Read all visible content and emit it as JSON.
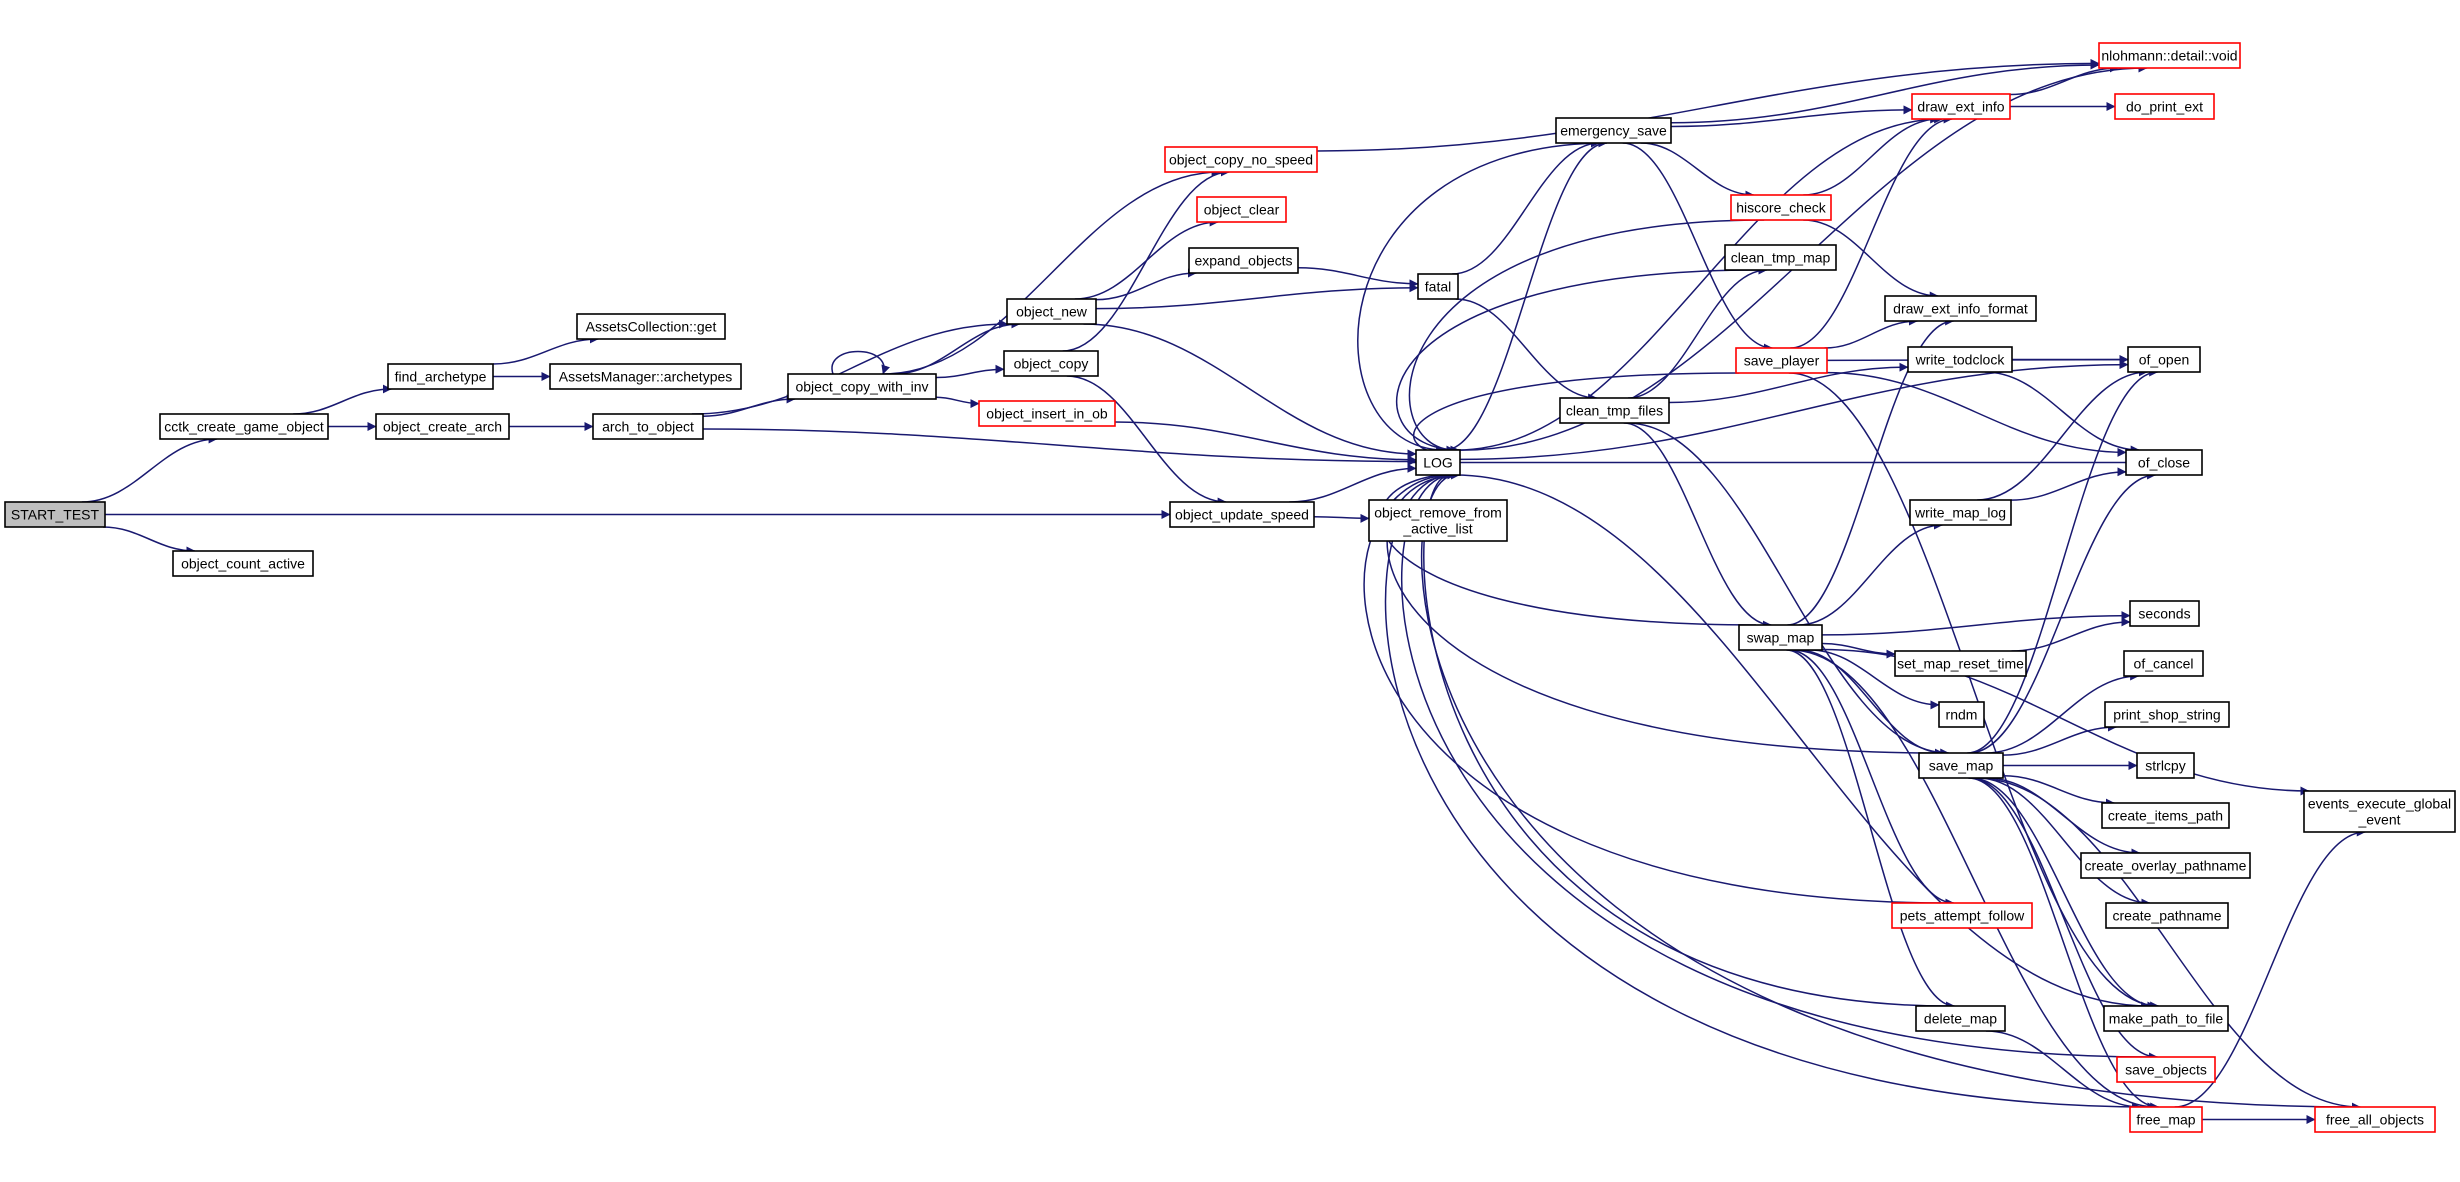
{
  "colors": {
    "edge": "#191970",
    "node_border_default": "#000000",
    "node_border_incomplete": "#ff0000",
    "root_fill": "#bfbfbf",
    "node_fill": "#ffffff"
  },
  "graph": {
    "nodes": [
      {
        "id": "start_test",
        "label": "START_TEST",
        "kind": "root"
      },
      {
        "id": "cctk_create_game_object",
        "label": "cctk_create_game_object",
        "kind": "normal"
      },
      {
        "id": "object_count_active",
        "label": "object_count_active",
        "kind": "normal"
      },
      {
        "id": "find_archetype",
        "label": "find_archetype",
        "kind": "normal"
      },
      {
        "id": "object_create_arch",
        "label": "object_create_arch",
        "kind": "normal"
      },
      {
        "id": "assetscollection_get",
        "label": "AssetsCollection::get",
        "kind": "normal"
      },
      {
        "id": "assetsmanager_archetypes",
        "label": "AssetsManager::archetypes",
        "kind": "normal"
      },
      {
        "id": "arch_to_object",
        "label": "arch_to_object",
        "kind": "normal"
      },
      {
        "id": "object_copy_with_inv",
        "label": "object_copy_with_inv",
        "kind": "normal"
      },
      {
        "id": "object_copy_no_speed",
        "label": "object_copy_no_speed",
        "kind": "red"
      },
      {
        "id": "object_clear",
        "label": "object_clear",
        "kind": "red"
      },
      {
        "id": "object_new",
        "label": "object_new",
        "kind": "normal"
      },
      {
        "id": "object_copy",
        "label": "object_copy",
        "kind": "normal"
      },
      {
        "id": "object_insert_in_ob",
        "label": "object_insert_in_ob",
        "kind": "red"
      },
      {
        "id": "expand_objects",
        "label": "expand_objects",
        "kind": "normal"
      },
      {
        "id": "object_update_speed",
        "label": "object_update_speed",
        "kind": "normal"
      },
      {
        "id": "object_remove_from_active_list",
        "label": "object_remove_from\n_active_list",
        "kind": "normal"
      },
      {
        "id": "fatal",
        "label": "fatal",
        "kind": "normal"
      },
      {
        "id": "log",
        "label": "LOG",
        "kind": "normal"
      },
      {
        "id": "emergency_save",
        "label": "emergency_save",
        "kind": "normal"
      },
      {
        "id": "hiscore_check",
        "label": "hiscore_check",
        "kind": "red"
      },
      {
        "id": "clean_tmp_map",
        "label": "clean_tmp_map",
        "kind": "normal"
      },
      {
        "id": "save_player",
        "label": "save_player",
        "kind": "red"
      },
      {
        "id": "clean_tmp_files",
        "label": "clean_tmp_files",
        "kind": "normal"
      },
      {
        "id": "swap_map",
        "label": "swap_map",
        "kind": "normal"
      },
      {
        "id": "draw_ext_info",
        "label": "draw_ext_info",
        "kind": "red"
      },
      {
        "id": "nlohmann_void",
        "label": "nlohmann::detail::void",
        "kind": "red"
      },
      {
        "id": "do_print_ext",
        "label": "do_print_ext",
        "kind": "red"
      },
      {
        "id": "draw_ext_info_format",
        "label": "draw_ext_info_format",
        "kind": "normal"
      },
      {
        "id": "write_todclock",
        "label": "write_todclock",
        "kind": "normal"
      },
      {
        "id": "of_open",
        "label": "of_open",
        "kind": "normal"
      },
      {
        "id": "of_close",
        "label": "of_close",
        "kind": "normal"
      },
      {
        "id": "write_map_log",
        "label": "write_map_log",
        "kind": "normal"
      },
      {
        "id": "seconds",
        "label": "seconds",
        "kind": "normal"
      },
      {
        "id": "set_map_reset_time",
        "label": "set_map_reset_time",
        "kind": "normal"
      },
      {
        "id": "of_cancel",
        "label": "of_cancel",
        "kind": "normal"
      },
      {
        "id": "rndm",
        "label": "rndm",
        "kind": "normal"
      },
      {
        "id": "print_shop_string",
        "label": "print_shop_string",
        "kind": "normal"
      },
      {
        "id": "save_map",
        "label": "save_map",
        "kind": "normal"
      },
      {
        "id": "strlcpy",
        "label": "strlcpy",
        "kind": "normal"
      },
      {
        "id": "create_items_path",
        "label": "create_items_path",
        "kind": "normal"
      },
      {
        "id": "events_execute_global_event",
        "label": "events_execute_global\n_event",
        "kind": "normal"
      },
      {
        "id": "create_overlay_pathname",
        "label": "create_overlay_pathname",
        "kind": "normal"
      },
      {
        "id": "create_pathname",
        "label": "create_pathname",
        "kind": "normal"
      },
      {
        "id": "pets_attempt_follow",
        "label": "pets_attempt_follow",
        "kind": "red"
      },
      {
        "id": "delete_map",
        "label": "delete_map",
        "kind": "normal"
      },
      {
        "id": "make_path_to_file",
        "label": "make_path_to_file",
        "kind": "normal"
      },
      {
        "id": "save_objects",
        "label": "save_objects",
        "kind": "red"
      },
      {
        "id": "free_map",
        "label": "free_map",
        "kind": "red"
      },
      {
        "id": "free_all_objects",
        "label": "free_all_objects",
        "kind": "red"
      }
    ],
    "edges": [
      [
        "start_test",
        "cctk_create_game_object"
      ],
      [
        "start_test",
        "object_count_active"
      ],
      [
        "start_test",
        "object_update_speed"
      ],
      [
        "cctk_create_game_object",
        "find_archetype"
      ],
      [
        "cctk_create_game_object",
        "object_create_arch"
      ],
      [
        "find_archetype",
        "assetscollection_get"
      ],
      [
        "find_archetype",
        "assetsmanager_archetypes"
      ],
      [
        "object_create_arch",
        "arch_to_object"
      ],
      [
        "arch_to_object",
        "object_new"
      ],
      [
        "arch_to_object",
        "object_copy_with_inv"
      ],
      [
        "arch_to_object",
        "log"
      ],
      [
        "object_copy_with_inv",
        "object_copy_with_inv"
      ],
      [
        "object_copy_with_inv",
        "object_copy_no_speed"
      ],
      [
        "object_copy_with_inv",
        "object_new"
      ],
      [
        "object_copy_with_inv",
        "object_copy"
      ],
      [
        "object_copy_with_inv",
        "object_insert_in_ob"
      ],
      [
        "object_new",
        "object_clear"
      ],
      [
        "object_new",
        "expand_objects"
      ],
      [
        "object_new",
        "fatal"
      ],
      [
        "object_new",
        "log"
      ],
      [
        "object_copy",
        "object_copy_no_speed"
      ],
      [
        "object_copy",
        "object_update_speed"
      ],
      [
        "object_insert_in_ob",
        "log"
      ],
      [
        "object_copy_no_speed",
        "nlohmann_void"
      ],
      [
        "expand_objects",
        "fatal"
      ],
      [
        "object_update_speed",
        "log"
      ],
      [
        "object_update_speed",
        "object_remove_from_active_list"
      ],
      [
        "fatal",
        "emergency_save"
      ],
      [
        "fatal",
        "clean_tmp_files"
      ],
      [
        "emergency_save",
        "nlohmann_void"
      ],
      [
        "emergency_save",
        "draw_ext_info"
      ],
      [
        "emergency_save",
        "hiscore_check"
      ],
      [
        "emergency_save",
        "save_player"
      ],
      [
        "emergency_save",
        "log"
      ],
      [
        "hiscore_check",
        "draw_ext_info"
      ],
      [
        "hiscore_check",
        "draw_ext_info_format"
      ],
      [
        "hiscore_check",
        "log"
      ],
      [
        "clean_tmp_map",
        "log"
      ],
      [
        "clean_tmp_files",
        "clean_tmp_map"
      ],
      [
        "clean_tmp_files",
        "write_todclock"
      ],
      [
        "clean_tmp_files",
        "swap_map"
      ],
      [
        "clean_tmp_files",
        "save_map"
      ],
      [
        "save_player",
        "draw_ext_info"
      ],
      [
        "save_player",
        "draw_ext_info_format"
      ],
      [
        "save_player",
        "of_open"
      ],
      [
        "save_player",
        "of_close"
      ],
      [
        "save_player",
        "log"
      ],
      [
        "save_player",
        "make_path_to_file"
      ],
      [
        "draw_ext_info",
        "nlohmann_void"
      ],
      [
        "draw_ext_info",
        "do_print_ext"
      ],
      [
        "write_todclock",
        "of_open"
      ],
      [
        "write_todclock",
        "of_close"
      ],
      [
        "write_map_log",
        "of_open"
      ],
      [
        "write_map_log",
        "of_close"
      ],
      [
        "swap_map",
        "draw_ext_info_format"
      ],
      [
        "swap_map",
        "write_map_log"
      ],
      [
        "swap_map",
        "seconds"
      ],
      [
        "swap_map",
        "set_map_reset_time"
      ],
      [
        "swap_map",
        "rndm"
      ],
      [
        "swap_map",
        "save_map"
      ],
      [
        "swap_map",
        "events_execute_global_event"
      ],
      [
        "swap_map",
        "pets_attempt_follow"
      ],
      [
        "swap_map",
        "delete_map"
      ],
      [
        "swap_map",
        "log"
      ],
      [
        "swap_map",
        "free_map"
      ],
      [
        "set_map_reset_time",
        "seconds"
      ],
      [
        "save_map",
        "of_open"
      ],
      [
        "save_map",
        "of_cancel"
      ],
      [
        "save_map",
        "of_close"
      ],
      [
        "save_map",
        "print_shop_string"
      ],
      [
        "save_map",
        "strlcpy"
      ],
      [
        "save_map",
        "create_items_path"
      ],
      [
        "save_map",
        "create_overlay_pathname"
      ],
      [
        "save_map",
        "create_pathname"
      ],
      [
        "save_map",
        "make_path_to_file"
      ],
      [
        "save_map",
        "save_objects"
      ],
      [
        "save_map",
        "free_all_objects"
      ],
      [
        "save_map",
        "free_map"
      ],
      [
        "save_map",
        "log"
      ],
      [
        "pets_attempt_follow",
        "log"
      ],
      [
        "delete_map",
        "log"
      ],
      [
        "delete_map",
        "free_map"
      ],
      [
        "save_objects",
        "log"
      ],
      [
        "free_map",
        "log"
      ],
      [
        "free_map",
        "free_all_objects"
      ],
      [
        "free_map",
        "events_execute_global_event"
      ],
      [
        "free_all_objects",
        "log"
      ],
      [
        "log",
        "emergency_save"
      ],
      [
        "log",
        "of_open"
      ],
      [
        "log",
        "nlohmann_void"
      ],
      [
        "log",
        "draw_ext_info"
      ],
      [
        "log",
        "make_path_to_file"
      ],
      [
        "of_close",
        "log"
      ]
    ]
  }
}
